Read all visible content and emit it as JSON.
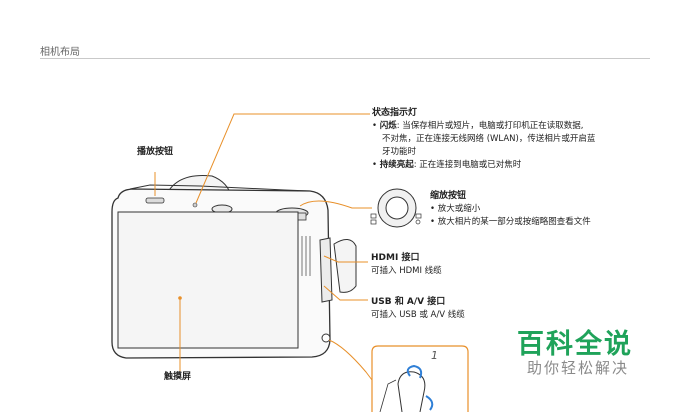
{
  "header": {
    "title": "相机布局"
  },
  "callouts": {
    "status_light": {
      "title": "状态指示灯",
      "bullet1_head": "闪烁",
      "bullet1_line1": ": 当保存相片或短片，电脑或打印机正在读取数据,",
      "bullet1_line2": "不对焦，正在连接无线网络 (WLAN)，传送相片或开启蓝",
      "bullet1_line3": "牙功能时",
      "bullet2_head": "持续亮起",
      "bullet2_text": ": 正在连接到电脑或已对焦时"
    },
    "play_button": {
      "title": "播放按钮"
    },
    "zoom_button": {
      "title": "缩放按钮",
      "item1": "放大或缩小",
      "item2": "放大相片的某一部分或按缩略图查看文件"
    },
    "hdmi": {
      "title": "HDMI 接口",
      "desc": "可插入 HDMI 线缆"
    },
    "usb": {
      "title": "USB 和 A/V 接口",
      "desc": "可插入 USB 或 A/V 线缆"
    },
    "touch_screen": {
      "title": "触摸屏"
    }
  },
  "strap_step_number": "1",
  "watermark": {
    "main": "百科全说",
    "sub": "助你轻松解决"
  },
  "colors": {
    "callout_line": "#e8902a",
    "body_outline": "#333333",
    "watermark_green": "#1fa35a"
  }
}
